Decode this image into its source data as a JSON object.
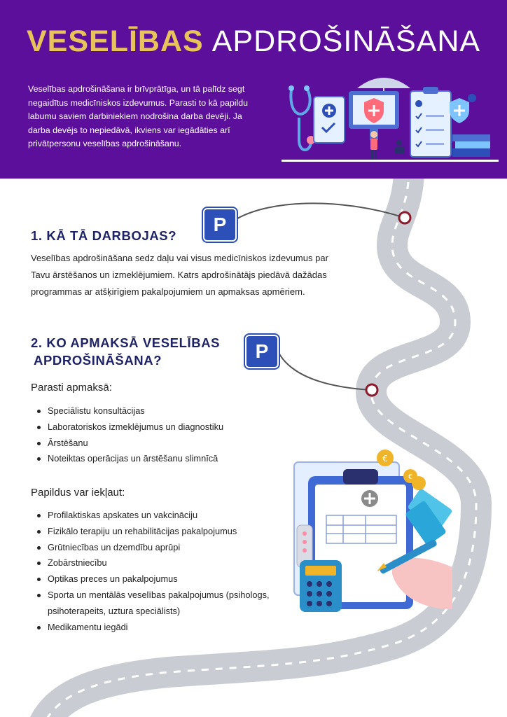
{
  "header": {
    "title_bold": "VESELĪBAS",
    "title_light": "APDROŠINĀŠANA",
    "intro": "Veselības apdrošināšana ir brīvprātīga, un tā palīdz segt negaidītus medicīniskos izdevumus.  Parasti to kā papildu labumu saviem darbiniekiem nodrošina darba devēji. Ja darba devējs to nepiedāvā, ikviens var iegādāties arī privātpersonu veselības apdrošināšanu."
  },
  "section1": {
    "title": "1.  KĀ TĀ DARBOJAS?",
    "body": "Veselības apdrošināšana sedz daļu vai visus medicīniskos izdevumus par Tavu ārstēšanos un izmeklējumiem. Katrs apdrošinātājs piedāvā dažādas programmas ar atšķirīgiem pakalpojumiem un apmaksas apmēriem."
  },
  "section2": {
    "title_line1": "2.  KO APMAKSĀ VESELĪBAS",
    "title_line2": "APDROŠINĀŠANA?",
    "usually_label": "Parasti apmaksā:",
    "usually_items": [
      "Speciālistu konsultācijas",
      "Laboratoriskos izmeklējumus un diagnostiku",
      "Ārstēšanu",
      "Noteiktas operācijas un ārstēšanu slimnīcā"
    ],
    "additional_label": "Papildus var iekļaut:",
    "additional_items": [
      "Profilaktiskas apskates un vakcināciju",
      "Fizikālo terapiju un rehabilitācijas pakalpojumus",
      "Grūtniecības un dzemdību aprūpi",
      "Zobārstniecību",
      "Optikas preces un pakalpojumus",
      "Sporta un mentālās veselības pakalpojumus (psihologs,",
      "psihoterapeits, uztura speciālists)",
      "Medikamentu iegādi"
    ]
  },
  "parking_sign": "P",
  "colors": {
    "header_bg": "#5b0f9a",
    "title_gold": "#e8c35a",
    "heading_navy": "#1e2266",
    "parking_blue": "#2d4fb8",
    "road_gray": "#c9ccd3",
    "pin_red": "#8b1a2b"
  }
}
